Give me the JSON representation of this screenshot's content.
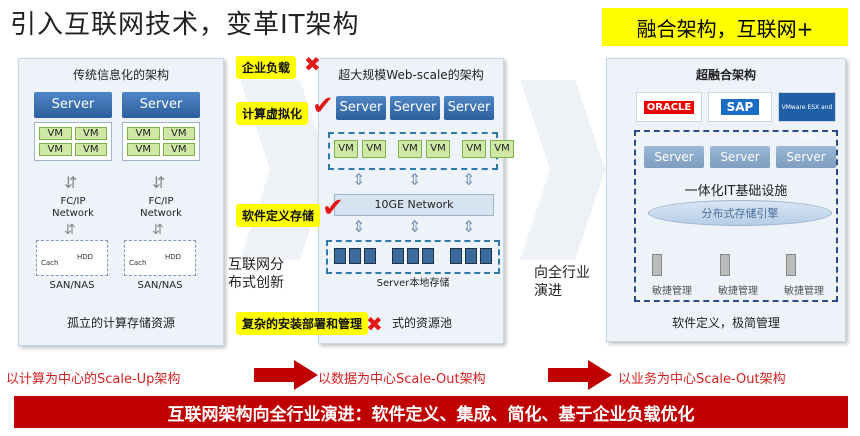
{
  "title": "引入互联网技术，变革IT架构",
  "banner_right": "融合架构，互联网+",
  "panel1": {
    "title": "传统信息化的架构",
    "server": "Server",
    "vm": "VM",
    "fc_line1": "FC/IP",
    "fc_line2": "Network",
    "cache": "Cach",
    "hdd": "HDD",
    "san": "SAN/NAS",
    "caption": "孤立的计算存储资源"
  },
  "panel2": {
    "title": "超大规模Web-scale的架构",
    "server": "Server",
    "vm": "VM",
    "network": "10GE Network",
    "storage_label": "Server本地存储",
    "caption": "式的资源池"
  },
  "tags": {
    "workload": "企业负载",
    "compute": "计算虚拟化",
    "sds": "软件定义存储",
    "complex": "复杂的安装部署和管理"
  },
  "mid_text_line1": "互联网分",
  "mid_text_line2": "布式创新",
  "right_mid_line1": "向全行业",
  "right_mid_line2": "演进",
  "panel3": {
    "title": "超融合架构",
    "vendor_oracle": "ORACLE",
    "vendor_sap": "SAP",
    "vendor_vmware": "VMware ESX and ESXi",
    "server": "Server",
    "infra": "一体化IT基础设施",
    "storage": "分布式存储引擎",
    "agile": "敏捷管理",
    "caption": "软件定义，极简管理"
  },
  "bottom_labels": {
    "left": "以计算为中心的Scale-Up架构",
    "mid": "以数据为中心Scale-Out架构",
    "right": "以业务为中心Scale-Out架构"
  },
  "bottom_banner": "互联网架构向全行业演进：软件定义、集成、简化、基于企业负载优化",
  "colors": {
    "accent_red": "#c00000",
    "highlight": "#ffff00",
    "server_blue": "#2c5f9e"
  }
}
